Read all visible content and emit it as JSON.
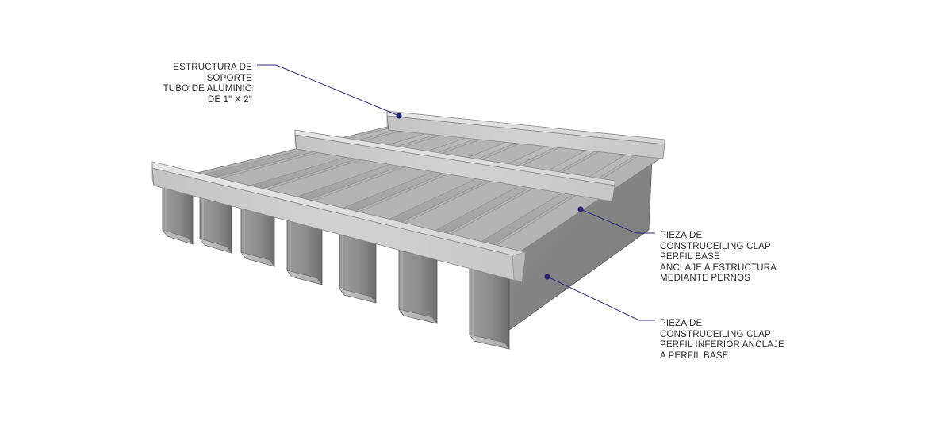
{
  "callouts": [
    {
      "id": "estructura",
      "lines": [
        "ESTRUCTURA DE",
        "SOPORTE",
        "TUBO DE ALUMINIO",
        "DE 1\" X 2\""
      ]
    },
    {
      "id": "perfil-base",
      "lines": [
        "PIEZA DE",
        "CONSTRUCEILING CLAP",
        "PERFIL BASE",
        "ANCLAJE A ESTRUCTURA",
        "MEDIANTE PERNOS"
      ]
    },
    {
      "id": "perfil-inferior",
      "lines": [
        "PIEZA DE",
        "CONSTRUCEILING CLAP",
        "PERFIL INFERIOR ANCLAJE",
        "A PERFIL BASE"
      ]
    }
  ],
  "colors": {
    "leader": "#2e2a7a",
    "dot": "#24206b",
    "tube": "#cfcfcf",
    "profile": "#9a9a9a"
  }
}
